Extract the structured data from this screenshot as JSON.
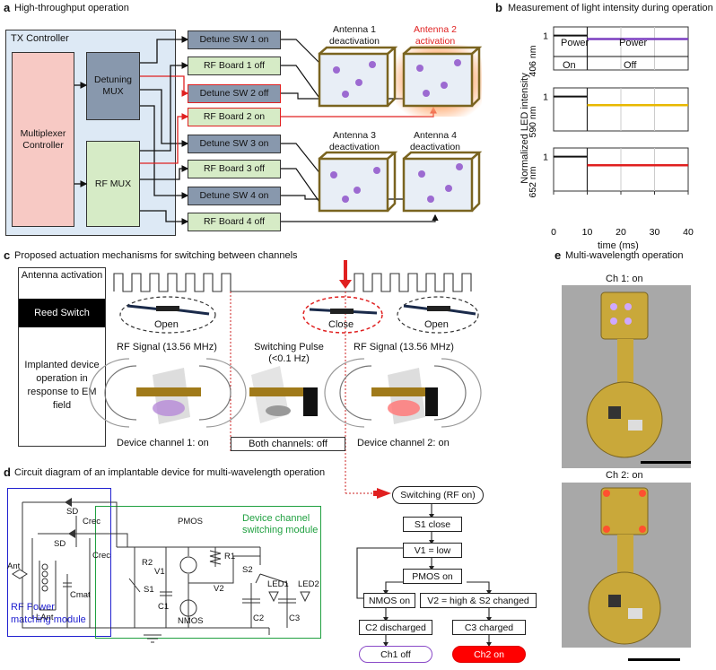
{
  "panel_a": {
    "letter": "a",
    "title": "High-throughput operation",
    "tx_controller": "TX Controller",
    "mux_controller": "Multiplexer Controller",
    "detuning_mux": "Detuning MUX",
    "rf_mux": "RF MUX",
    "rows": [
      {
        "label": "Detune SW 1 on",
        "kind": "sw"
      },
      {
        "label": "RF Board 1 off",
        "kind": "rf"
      },
      {
        "label": "Detune SW 2 off",
        "kind": "sw"
      },
      {
        "label": "RF Board 2 on",
        "kind": "rf"
      },
      {
        "label": "Detune SW 3 on",
        "kind": "sw"
      },
      {
        "label": "RF Board 3 off",
        "kind": "rf"
      },
      {
        "label": "Detune SW 4 on",
        "kind": "sw"
      },
      {
        "label": "RF Board 4 off",
        "kind": "rf"
      }
    ],
    "antennas": [
      {
        "line1": "Antenna 1",
        "line2": "deactivation"
      },
      {
        "line1": "Antenna 2",
        "line2": "activation"
      },
      {
        "line1": "Antenna 3",
        "line2": "deactivation"
      },
      {
        "line1": "Antenna 4",
        "line2": "deactivation"
      }
    ],
    "colors": {
      "active": "#e02020",
      "sw": "#8898ad",
      "rf": "#d6ebc6"
    }
  },
  "panel_b": {
    "letter": "b",
    "title": "Measurement of light intensity during operation",
    "ylabel": "Normalized LED intensity",
    "xlabel": "time (ms)",
    "power_label": "Power",
    "on_label": "On",
    "off_label": "Off"
  },
  "chart_data": {
    "type": "line",
    "x": [
      0,
      10,
      10,
      40
    ],
    "xlim": [
      0,
      40
    ],
    "xticks": [
      "0",
      "10",
      "20",
      "30",
      "40"
    ],
    "xlabel": "time (ms)",
    "ylabel": "Normalized LED intensity",
    "series": [
      {
        "name": "406 nm",
        "color": "#7b3fc0",
        "before": 1.0,
        "after": 0.98
      },
      {
        "name": "590 nm",
        "color": "#e8b800",
        "before": 1.0,
        "after": 0.95
      },
      {
        "name": "652 nm",
        "color": "#e02020",
        "before": 1.0,
        "after": 0.95
      }
    ],
    "ytick": "1"
  },
  "panel_c": {
    "letter": "c",
    "title": "Proposed actuation mechanisms for switching between channels",
    "row1": "Antenna activation",
    "row2": "Reed Switch",
    "row3": "Implanted device operation in response to EM field",
    "open1": "Open",
    "close": "Close",
    "open2": "Open",
    "rf1": "RF Signal (13.56 MHz)",
    "pulse_line1": "Switching Pulse",
    "pulse_line2": "(<0.1 Hz)",
    "rf2": "RF Signal (13.56 MHz)",
    "ch1": "Device channel 1: on",
    "both": "Both channels: off",
    "ch2": "Device channel 2: on"
  },
  "panel_d": {
    "letter": "d",
    "title": "Circuit diagram of an implantable device for multi-wavelength operation",
    "rf_module_1": "RF Power",
    "rf_module_2": "matching module",
    "dev_module_1": "Device channel",
    "dev_module_2": "switching module",
    "labels": {
      "sd1": "SD",
      "sd2": "SD",
      "crec1": "Crec",
      "crec2": "Crec",
      "ant": "Ant",
      "lant": "LAnt",
      "cmat": "Cmat",
      "pmos": "PMOS",
      "nmos": "NMOS",
      "r1": "R1",
      "r2": "R2",
      "v1": "V1",
      "v2": "V2",
      "s1": "S1",
      "s2": "S2",
      "c1": "C1",
      "c2": "C2",
      "c3": "C3",
      "led1": "LED1",
      "led2": "LED2"
    },
    "flow": {
      "start": "Switching (RF on)",
      "s1": "S1 close",
      "v1": "V1 = low",
      "pmos": "PMOS on",
      "nmos": "NMOS on",
      "v2": "V2 = high & S2 changed",
      "c2": "C2 discharged",
      "c3": "C3 charged",
      "ch1": "Ch1 off",
      "ch2": "Ch2 on"
    }
  },
  "panel_e": {
    "letter": "e",
    "title": "Multi-wavelength operation",
    "ch1": "Ch 1: on",
    "ch2": "Ch 2: on"
  }
}
